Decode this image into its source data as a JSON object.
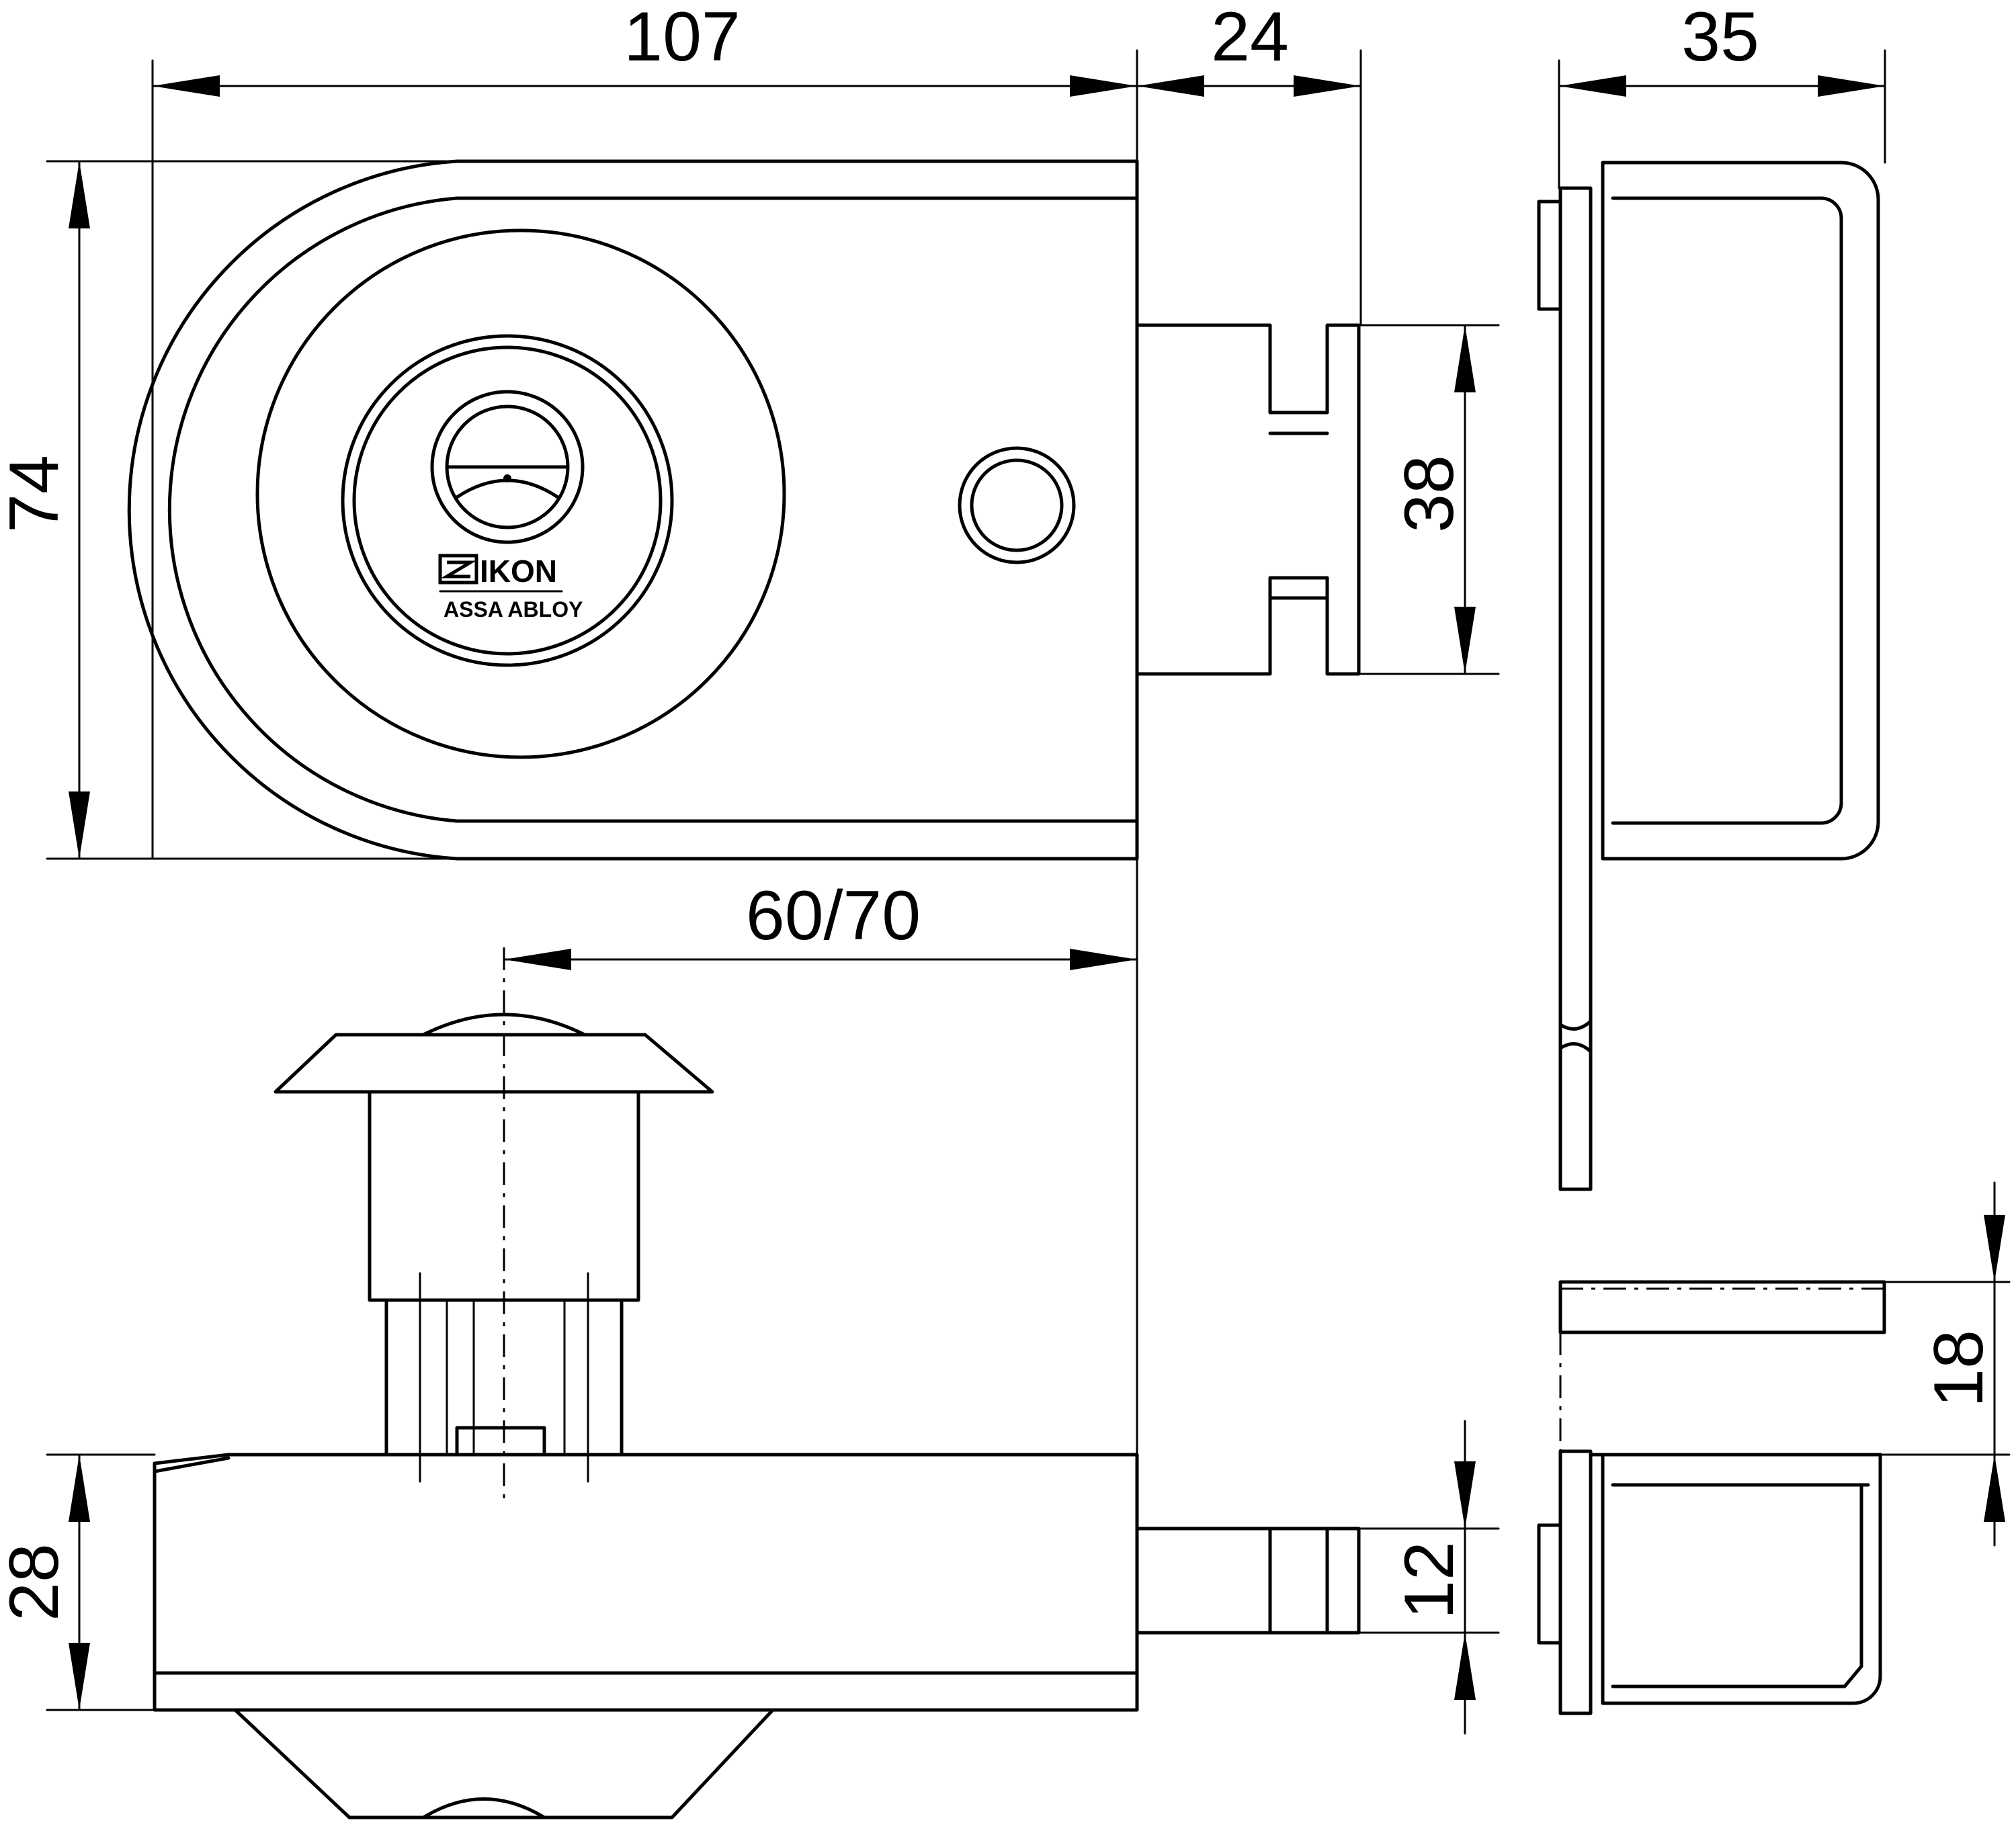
{
  "dimensions": {
    "width_107": "107",
    "bolt_24": "24",
    "depth_35": "35",
    "height_74": "74",
    "bolt_height_38": "38",
    "cylinder_60_70": "60/70",
    "body_28": "28",
    "bolt_12": "12",
    "plate_18": "18"
  },
  "logo": {
    "brand": "IKON",
    "group": "ASSA ABLOY"
  }
}
